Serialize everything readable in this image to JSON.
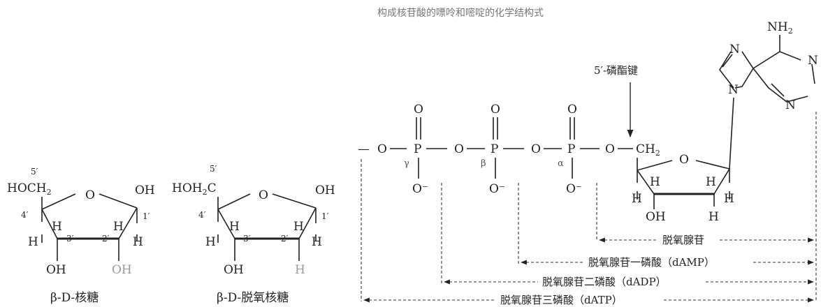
{
  "title": "构成核苷酸的嘌呤和嘧啶的化学结构式",
  "ribose": {
    "caption": "β-D-核糖",
    "hoch2": "HOCH",
    "hoch2_sub": "2",
    "o": "O",
    "oh": "OH",
    "h": "H",
    "pos_5": "5′",
    "pos_4": "4′",
    "pos_3": "3′",
    "pos_2": "2′",
    "pos_1": "1′"
  },
  "deoxyribose": {
    "caption": "β-D-脱氧核糖",
    "hoh2c": "HOH",
    "hoh2c_sub": "2",
    "c": "C",
    "o": "O",
    "oh": "OH",
    "h": "H",
    "pos_5": "5′",
    "pos_4": "4′",
    "pos_3": "3′",
    "pos_2": "2′",
    "pos_1": "1′"
  },
  "datp": {
    "bond_label": "5′-磷酯键",
    "o": "O",
    "p": "P",
    "o_minus": "O⁻",
    "gamma": "γ",
    "beta": "β",
    "alpha": "α",
    "ch2": "CH",
    "ch2_sub": "2",
    "h": "H",
    "oh": "OH",
    "n": "N",
    "nh2": "NH",
    "nh2_sub": "2"
  },
  "spans": [
    {
      "label": "脱氧腺苷"
    },
    {
      "label": "脱氧腺苷一磷酸（dAMP）"
    },
    {
      "label": "脱氧腺苷二磷酸（dADP）"
    },
    {
      "label": "脱氧腺苷三磷酸（dATP）"
    }
  ]
}
